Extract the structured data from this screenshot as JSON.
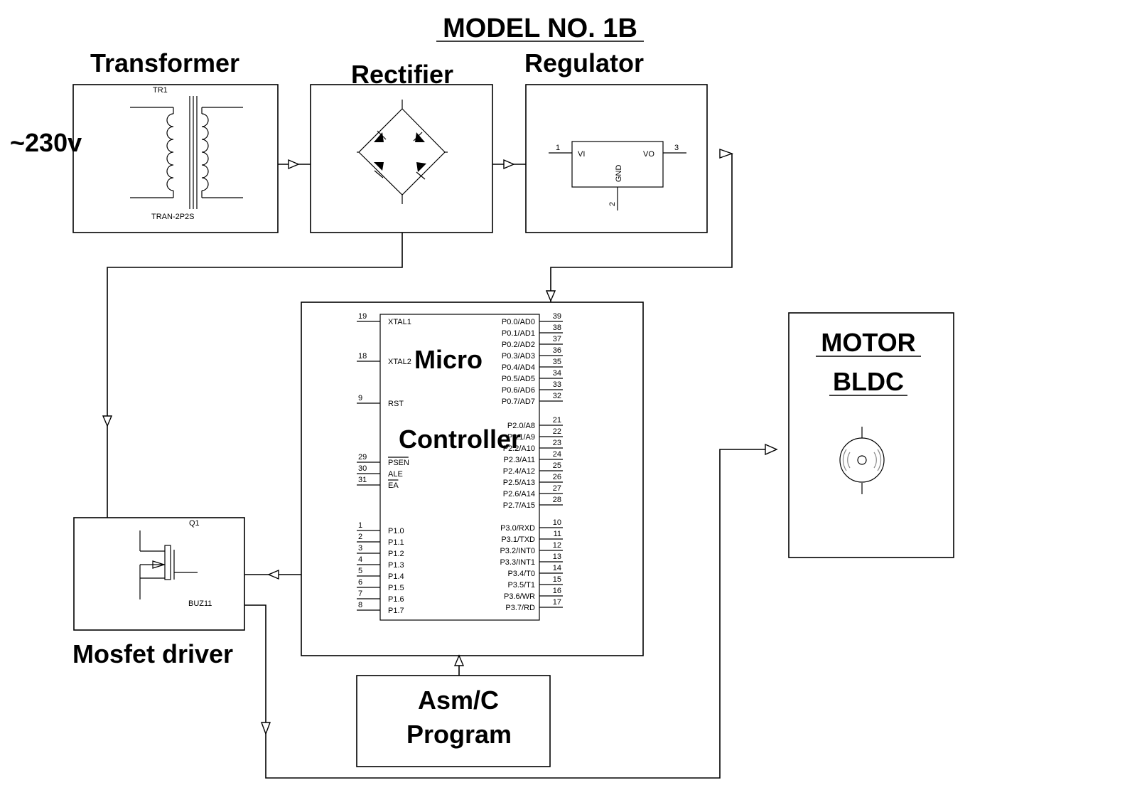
{
  "title": "MODEL NO. 1B",
  "input_label": "~230v",
  "blocks": {
    "transformer": {
      "label": "Transformer",
      "ref": "TR1",
      "part": "TRAN-2P2S"
    },
    "rectifier": {
      "label": "Rectifier"
    },
    "regulator": {
      "label": "Regulator",
      "pin_in_num": "1",
      "pin_out_num": "3",
      "pin_gnd_num": "2",
      "pin_in": "VI",
      "pin_out": "VO",
      "pin_gnd": "GND"
    },
    "microcontroller": {
      "label_line1": "Micro",
      "label_line2": "Controller"
    },
    "mosfet": {
      "label": "Mosfet driver",
      "ref": "Q1",
      "part": "BUZ11"
    },
    "motor": {
      "label_line1": "MOTOR",
      "label_line2": "BLDC"
    },
    "program": {
      "label_line1": "Asm/C",
      "label_line2": "Program"
    }
  },
  "mcu_pins_left": [
    {
      "num": "19",
      "name": "XTAL1"
    },
    {
      "num": "18",
      "name": "XTAL2"
    },
    {
      "num": "9",
      "name": "RST"
    },
    {
      "num": "29",
      "name": "PSEN"
    },
    {
      "num": "30",
      "name": "ALE"
    },
    {
      "num": "31",
      "name": "EA"
    },
    {
      "num": "1",
      "name": "P1.0"
    },
    {
      "num": "2",
      "name": "P1.1"
    },
    {
      "num": "3",
      "name": "P1.2"
    },
    {
      "num": "4",
      "name": "P1.3"
    },
    {
      "num": "5",
      "name": "P1.4"
    },
    {
      "num": "6",
      "name": "P1.5"
    },
    {
      "num": "7",
      "name": "P1.6"
    },
    {
      "num": "8",
      "name": "P1.7"
    }
  ],
  "mcu_pins_right": [
    {
      "num": "39",
      "name": "P0.0/AD0"
    },
    {
      "num": "38",
      "name": "P0.1/AD1"
    },
    {
      "num": "37",
      "name": "P0.2/AD2"
    },
    {
      "num": "36",
      "name": "P0.3/AD3"
    },
    {
      "num": "35",
      "name": "P0.4/AD4"
    },
    {
      "num": "34",
      "name": "P0.5/AD5"
    },
    {
      "num": "33",
      "name": "P0.6/AD6"
    },
    {
      "num": "32",
      "name": "P0.7/AD7"
    },
    {
      "num": "21",
      "name": "P2.0/A8"
    },
    {
      "num": "22",
      "name": "P2.1/A9"
    },
    {
      "num": "23",
      "name": "P2.2/A10"
    },
    {
      "num": "24",
      "name": "P2.3/A11"
    },
    {
      "num": "25",
      "name": "P2.4/A12"
    },
    {
      "num": "26",
      "name": "P2.5/A13"
    },
    {
      "num": "27",
      "name": "P2.6/A14"
    },
    {
      "num": "28",
      "name": "P2.7/A15"
    },
    {
      "num": "10",
      "name": "P3.0/RXD"
    },
    {
      "num": "11",
      "name": "P3.1/TXD"
    },
    {
      "num": "12",
      "name": "P3.2/INT0"
    },
    {
      "num": "13",
      "name": "P3.3/INT1"
    },
    {
      "num": "14",
      "name": "P3.4/T0"
    },
    {
      "num": "15",
      "name": "P3.5/T1"
    },
    {
      "num": "16",
      "name": "P3.6/WR"
    },
    {
      "num": "17",
      "name": "P3.7/RD"
    }
  ]
}
